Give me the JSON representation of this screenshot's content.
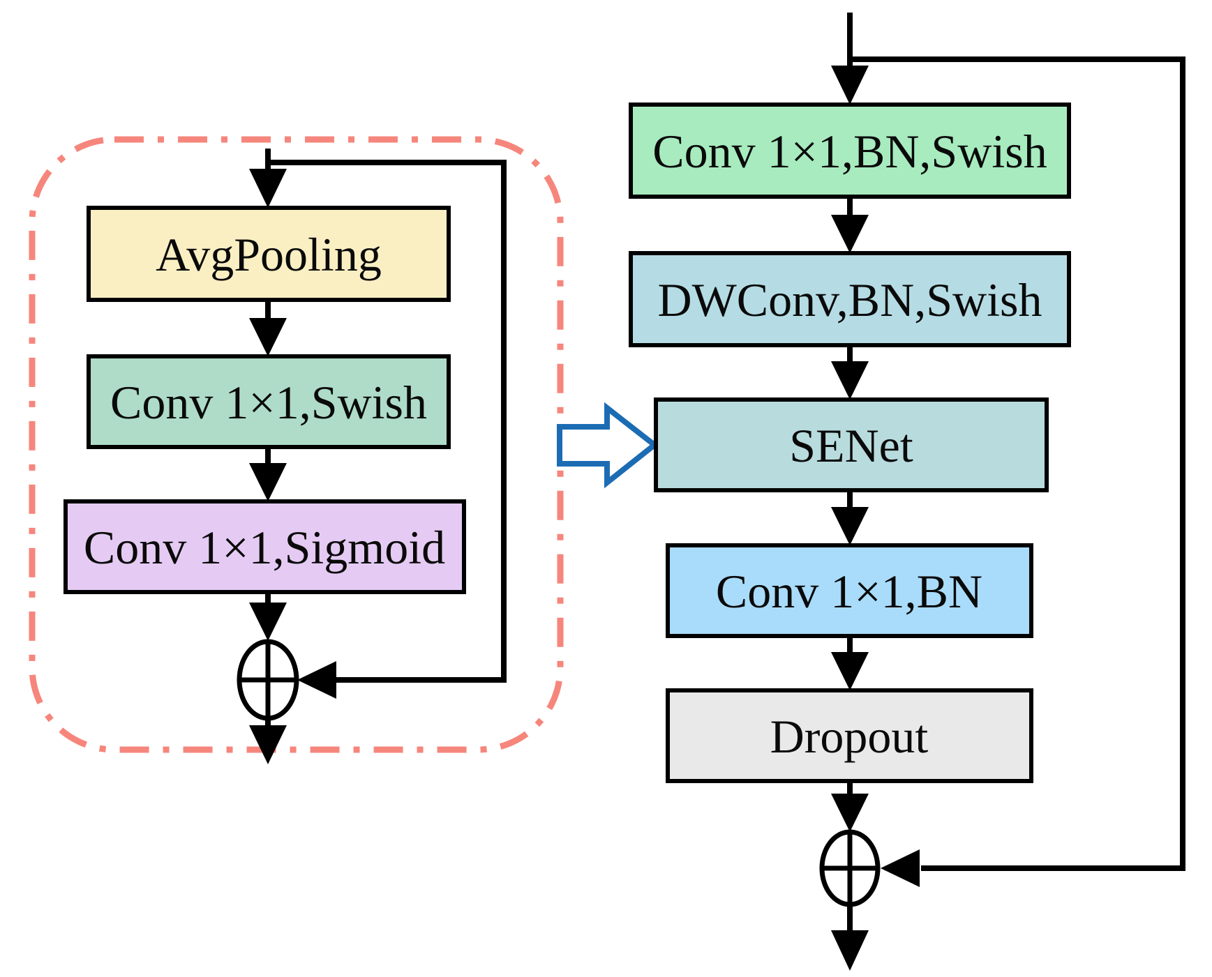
{
  "se_block": {
    "border_color": "#f6867c",
    "boxes": [
      {
        "label": "AvgPooling",
        "color": "#faefc3"
      },
      {
        "label": "Conv 1×1,Swish",
        "color": "#aedcc8"
      },
      {
        "label": "Conv 1×1,Sigmoid",
        "color": "#e5cbf3"
      }
    ],
    "add_operator": {
      "name": "circled-plus",
      "glyph": "⊕"
    }
  },
  "main_block": {
    "boxes": [
      {
        "label": "Conv 1×1,BN,Swish",
        "color": "#a7ebbf"
      },
      {
        "label": "DWConv,BN,Swish",
        "color": "#b5dce4"
      },
      {
        "label": "SENet",
        "color": "#b8dbde"
      },
      {
        "label": "Conv 1×1,BN",
        "color": "#a9dcfa"
      },
      {
        "label": "Dropout",
        "color": "#e9e9e9"
      }
    ],
    "add_operator": {
      "name": "circled-plus",
      "glyph": "⊕"
    }
  },
  "pointer_arrow": {
    "color": "#1c6cb4"
  },
  "line_color": "#000000"
}
